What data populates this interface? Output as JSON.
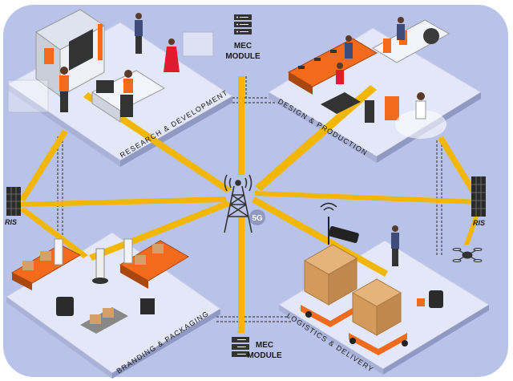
{
  "zones": {
    "research": "RESEARCH & DEVELOPMENT",
    "design": "DESIGN & PRODUCTION",
    "branding": "BRANDING & PACKAGING",
    "logistics": "LOGISTICS & DELIVERY"
  },
  "mec_top": {
    "line1": "MEC",
    "line2": "MODULE"
  },
  "mec_bottom": {
    "line1": "MEC",
    "line2": "MODULE"
  },
  "ris_left": "RIS",
  "ris_right": "RIS",
  "tower_badge": "5G",
  "colors": {
    "background": "#b8c2e8",
    "platform": "#e3e6f6",
    "beam": "#f2b705",
    "accent": "#f26a1b",
    "cable": "#4a4a4a"
  }
}
